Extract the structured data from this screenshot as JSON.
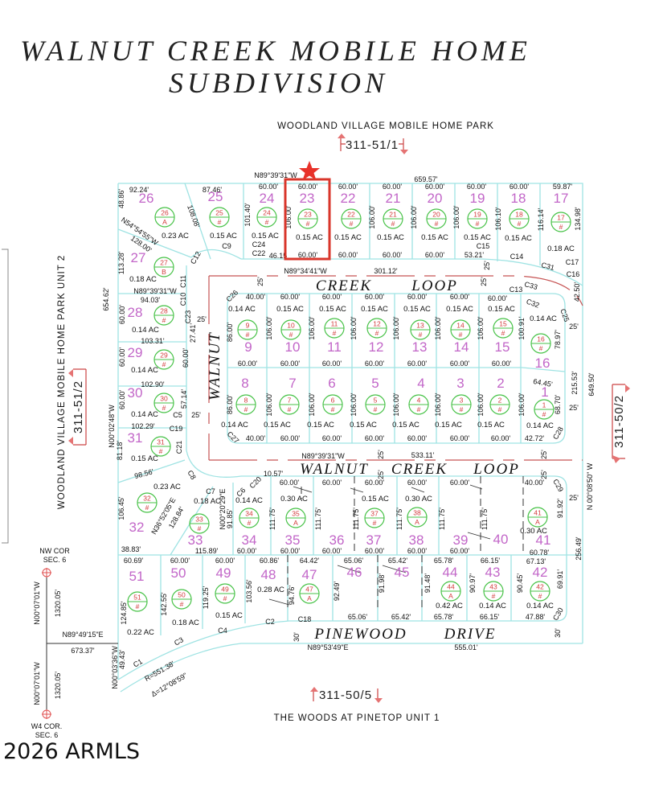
{
  "title": {
    "line1": "WALNUT CREEK MOBILE HOME",
    "line2": "SUBDIVISION"
  },
  "adjacent": {
    "north": "WOODLAND VILLAGE MOBILE HOME PARK",
    "west": "WOODLAND VILLAGE MOBILE HOME PARK UNIT 2",
    "south": "THE WOODS AT PINETOP UNIT 1"
  },
  "book_refs": {
    "north": "311-51/1",
    "west": "311-51/2",
    "east": "311-50/2",
    "south": "311-50/5"
  },
  "streets": {
    "creek_loop_north": [
      "CREEK",
      "LOOP"
    ],
    "walnut_west": "WALNUT",
    "walnut_creek_loop_south": [
      "WALNUT",
      "CREEK",
      "LOOP"
    ],
    "pinewood_drive": [
      "PINEWOOD",
      "DRIVE"
    ]
  },
  "section_corners": {
    "nw": [
      "NW COR",
      "SEC. 6"
    ],
    "w4": [
      "W4 COR.",
      "SEC. 6"
    ]
  },
  "highlighted_lot": "23",
  "colors": {
    "highlight": "#d9362b",
    "lot_lines": "#9fe3e3",
    "lot_number": "#c266c8",
    "marker_circle": "#47c247",
    "marker_text": "#d23c3c",
    "centerline": "#c65454"
  },
  "lots": [
    {
      "n": "1",
      "m": "#",
      "ac": "0.14 AC"
    },
    {
      "n": "2",
      "m": "#",
      "ac": "0.15 AC"
    },
    {
      "n": "3",
      "m": "#",
      "ac": "0.15 AC"
    },
    {
      "n": "4",
      "m": "#",
      "ac": "0.15 AC"
    },
    {
      "n": "5",
      "m": "#",
      "ac": "0.15 AC"
    },
    {
      "n": "6",
      "m": "#",
      "ac": "0.15 AC"
    },
    {
      "n": "7",
      "m": "#",
      "ac": "0.15 AC"
    },
    {
      "n": "8",
      "m": "#",
      "ac": "0.14 AC"
    },
    {
      "n": "9",
      "m": "#",
      "ac": "0.14 AC"
    },
    {
      "n": "10",
      "m": "#",
      "ac": "0.15 AC"
    },
    {
      "n": "11",
      "m": "#",
      "ac": "0.15 AC"
    },
    {
      "n": "12",
      "m": "#",
      "ac": "0.15 AC"
    },
    {
      "n": "13",
      "m": "#",
      "ac": "0.15 AC"
    },
    {
      "n": "14",
      "m": "#",
      "ac": "0.15 AC"
    },
    {
      "n": "15",
      "m": "#",
      "ac": "0.15 AC"
    },
    {
      "n": "16",
      "m": "#",
      "ac": "0.14 AC"
    },
    {
      "n": "17",
      "m": "#",
      "ac": "0.18 AC"
    },
    {
      "n": "18",
      "m": "#",
      "ac": "0.15 AC"
    },
    {
      "n": "19",
      "m": "#",
      "ac": "0.15 AC"
    },
    {
      "n": "20",
      "m": "#",
      "ac": "0.15 AC"
    },
    {
      "n": "21",
      "m": "#",
      "ac": "0.15 AC"
    },
    {
      "n": "22",
      "m": "#",
      "ac": "0.15 AC"
    },
    {
      "n": "23",
      "m": "#",
      "ac": "0.15 AC"
    },
    {
      "n": "24",
      "m": "#",
      "ac": "0.15 AC"
    },
    {
      "n": "25",
      "m": "#",
      "ac": "0.15 AC"
    },
    {
      "n": "26",
      "m": "A",
      "ac": "0.23 AC"
    },
    {
      "n": "27",
      "m": "B",
      "ac": "0.18 AC"
    },
    {
      "n": "28",
      "m": "#",
      "ac": "0.14 AC"
    },
    {
      "n": "29",
      "m": "#",
      "ac": "0.14 AC"
    },
    {
      "n": "30",
      "m": "#",
      "ac": "0.14 AC"
    },
    {
      "n": "31",
      "m": "#",
      "ac": "0.15 AC"
    },
    {
      "n": "32",
      "m": "#",
      "ac": "0.23 AC"
    },
    {
      "n": "33",
      "m": "#",
      "ac": "0.18 AC"
    },
    {
      "n": "34",
      "m": "#",
      "ac": "0.14 AC"
    },
    {
      "n": "35",
      "m": "A",
      "ac": "0.30 AC"
    },
    {
      "n": "36",
      "m": null,
      "ac": null
    },
    {
      "n": "37",
      "m": "#",
      "ac": "0.15 AC"
    },
    {
      "n": "38",
      "m": "A",
      "ac": "0.30 AC"
    },
    {
      "n": "39",
      "m": null,
      "ac": null
    },
    {
      "n": "40",
      "m": null,
      "ac": null
    },
    {
      "n": "41",
      "m": "A",
      "ac": "0.30 AC"
    },
    {
      "n": "42",
      "m": "#",
      "ac": "0.14 AC"
    },
    {
      "n": "43",
      "m": "#",
      "ac": "0.14 AC"
    },
    {
      "n": "44",
      "m": "A",
      "ac": "0.42 AC"
    },
    {
      "n": "45",
      "m": null,
      "ac": null
    },
    {
      "n": "46",
      "m": null,
      "ac": null
    },
    {
      "n": "47",
      "m": "A",
      "ac": null
    },
    {
      "n": "48",
      "m": null,
      "ac": "0.28 AC"
    },
    {
      "n": "49",
      "m": "#",
      "ac": "0.15 AC"
    },
    {
      "n": "50",
      "m": "#",
      "ac": "0.18 AC"
    },
    {
      "n": "51",
      "m": "#",
      "ac": "0.22 AC"
    }
  ],
  "dimensions": [
    "N89°39'31\"W",
    "659.57'",
    "92.24'",
    "87.46'",
    "60.00'",
    "60.00'",
    "60.00'",
    "60.00'",
    "60.00'",
    "60.00'",
    "60.00'",
    "59.87'",
    "60.00'",
    "60.00'",
    "60.00'",
    "60.00'",
    "53.21'",
    "46.15",
    "48.86'",
    "108.08'",
    "101.40'",
    "106.00'",
    "106.00'",
    "106.00'",
    "106.00'",
    "106.10'",
    "116.14'",
    "134.98'",
    "N54°54'55\"W",
    "128.00'",
    "113.28'",
    "C24",
    "C22",
    "C9",
    "C12",
    "C15",
    "C14",
    "C31",
    "C17",
    "C16",
    "C33",
    "C32",
    "C25",
    "C28",
    "C27",
    "C26",
    "C13",
    "C11",
    "C10",
    "C23",
    "C5",
    "C19",
    "C21",
    "C8",
    "C7",
    "C6",
    "C20",
    "C29",
    "C30",
    "C2",
    "C18",
    "C4",
    "C3",
    "C1",
    "N89°34'41\"W",
    "301.12'",
    "40.00'",
    "60.00'",
    "60.00'",
    "60.00'",
    "60.00'",
    "60.00'",
    "60.00'",
    "60.00'",
    "60.00'",
    "60.00'",
    "60.00'",
    "60.00'",
    "60.00'",
    "60.00'",
    "100.91'",
    "86.00'",
    "106.00'",
    "106.00'",
    "106.00'",
    "106.00'",
    "106.00'",
    "106.00'",
    "78.97'",
    "64.45'",
    "215.53'",
    "68.70'",
    "86.00'",
    "106.00'",
    "106.00'",
    "106.00'",
    "106.00'",
    "106.00'",
    "106.00'",
    "106.00'",
    "40.00'",
    "60.00'",
    "60.00'",
    "60.00'",
    "60.00'",
    "60.00'",
    "60.00'",
    "42.72'",
    "25'",
    "25'",
    "25'",
    "25'",
    "25'",
    "25'",
    "25'",
    "25'",
    "25'",
    "25'",
    "25'",
    "25'",
    "30'",
    "30'",
    "654.62'",
    "N89°39'31\"W",
    "94.03'",
    "60.00'",
    "27.41'",
    "103.31'",
    "60.00'",
    "60.00'",
    "102.90'",
    "60.00'",
    "57.14'",
    "102.29'",
    "N00°02'48\"W",
    "81.18'",
    "N89°39'31\"W",
    "533.11'",
    "N 00°08'50\" W",
    "649.50'",
    "42.50'",
    "98.56'",
    "10.57'",
    "60.00'",
    "60.00'",
    "60.00'",
    "60.00'",
    "60.00'",
    "40.00'",
    "N36°52'05\"E",
    "128.84'",
    "106.45'",
    "N00°20'29\"E",
    "91.85'",
    "111.75'",
    "111.75'",
    "111.75'",
    "111.75'",
    "111.75'",
    "111.75'",
    "91.92'",
    "38.83'",
    "115.89'",
    "60.00'",
    "60.00'",
    "60.00'",
    "60.00'",
    "60.00'",
    "60.00'",
    "60.78'",
    "256.49'",
    "60.69'",
    "60.00'",
    "60.00'",
    "60.86'",
    "64.42'",
    "65.06'",
    "65.42'",
    "65.78'",
    "66.15'",
    "67.13'",
    "124.85'",
    "142.55'",
    "119.25'",
    "103.56'",
    "94.76'",
    "92.49'",
    "91.98'",
    "91.48'",
    "90.97'",
    "90.45'",
    "69.91'",
    "65.06'",
    "65.42'",
    "65.78'",
    "66.15'",
    "47.88'",
    "N89°53'49\"E",
    "555.01'",
    "49.43'",
    "N00°03'36\"W",
    "R=551.38'",
    "Δ=12°08'59\"",
    "N00°07'01\"W",
    "1320.05'",
    "N89°49'15\"E",
    "673.37'",
    "N00°07'01\"W",
    "1320.05'"
  ],
  "watermark": "2026 ARMLS"
}
